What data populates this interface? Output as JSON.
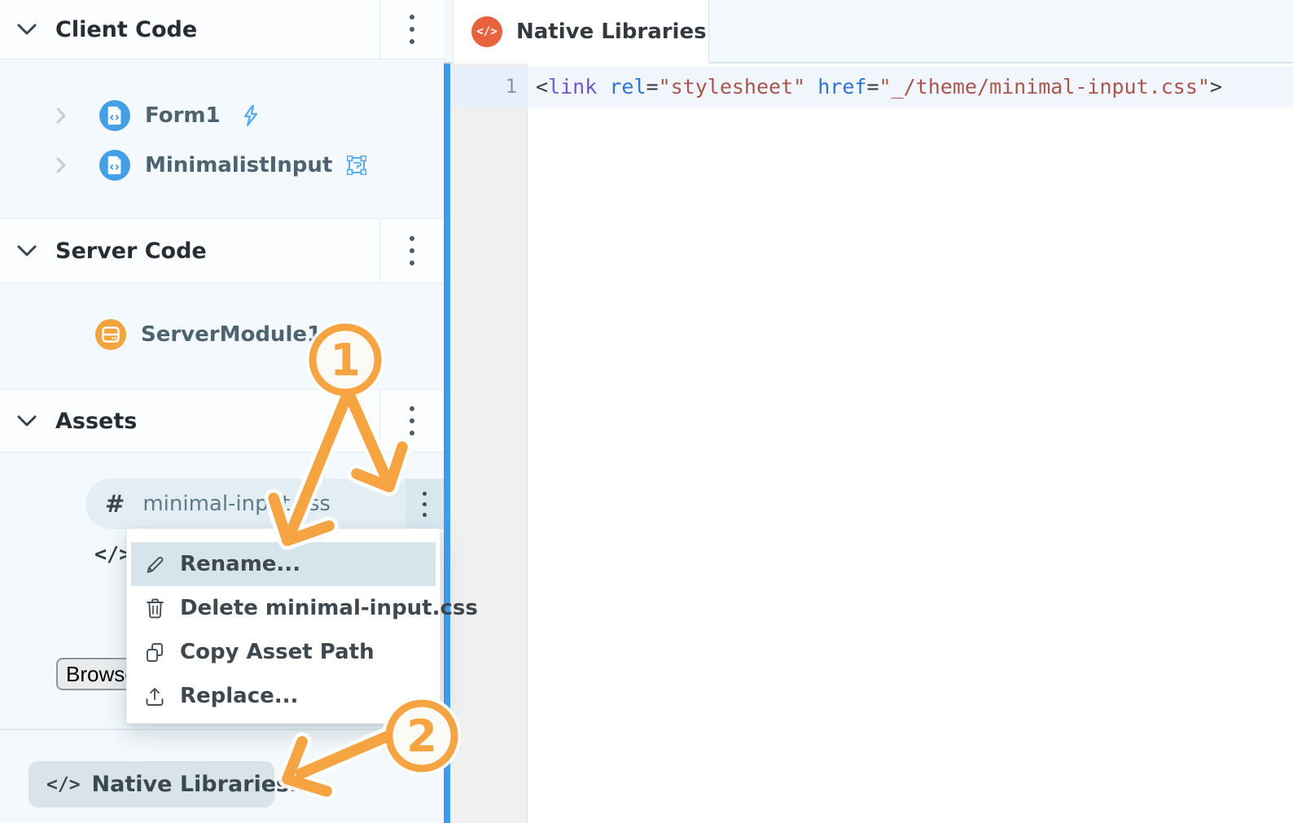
{
  "sidebar": {
    "sections": {
      "client": {
        "title": "Client Code"
      },
      "server": {
        "title": "Server Code"
      },
      "assets": {
        "title": "Assets"
      }
    },
    "client_items": {
      "form1": {
        "label": "Form1"
      },
      "minimalist_input": {
        "label": "MinimalistInput"
      }
    },
    "server_items": {
      "server_module1": {
        "label": "ServerModule1"
      }
    },
    "asset_file": {
      "hash_glyph": "#",
      "name": "minimal-input.css"
    },
    "hidden_asset_glyph": "</>",
    "browse_button_label": "Browse",
    "native_libraries_button": {
      "glyph": "</>",
      "label": "Native Libraries..."
    }
  },
  "context_menu": {
    "items": [
      {
        "label": "Rename...",
        "icon": "pencil-icon",
        "highlighted": true
      },
      {
        "label": "Delete minimal-input.css",
        "icon": "trash-icon",
        "highlighted": false
      },
      {
        "label": "Copy Asset Path",
        "icon": "copy-icon",
        "highlighted": false
      },
      {
        "label": "Replace...",
        "icon": "upload-icon",
        "highlighted": false
      }
    ]
  },
  "tab": {
    "glyph": "</>",
    "label": "Native Libraries",
    "close_glyph": "×"
  },
  "editor": {
    "line_number": "1",
    "code_tokens": [
      {
        "text": "<",
        "type": "punct"
      },
      {
        "text": "link",
        "type": "tag"
      },
      {
        "text": " ",
        "type": "plain"
      },
      {
        "text": "rel",
        "type": "attr"
      },
      {
        "text": "=",
        "type": "punct"
      },
      {
        "text": "\"stylesheet\"",
        "type": "string"
      },
      {
        "text": " ",
        "type": "plain"
      },
      {
        "text": "href",
        "type": "attr"
      },
      {
        "text": "=",
        "type": "punct"
      },
      {
        "text": "\"_/theme/minimal-input.css\"",
        "type": "string"
      },
      {
        "text": ">",
        "type": "punct"
      }
    ]
  },
  "annotations": {
    "step1": "1",
    "step2": "2"
  },
  "colors": {
    "accent_blue": "#3E9CEB",
    "annotation_orange": "#F6A442",
    "icon_blue": "#459FE4",
    "icon_orange": "#F2A33C",
    "tab_icon_orange": "#E8633D",
    "code_tag": "#7257C9",
    "code_attr": "#2F74CF",
    "code_string": "#A8564E"
  }
}
